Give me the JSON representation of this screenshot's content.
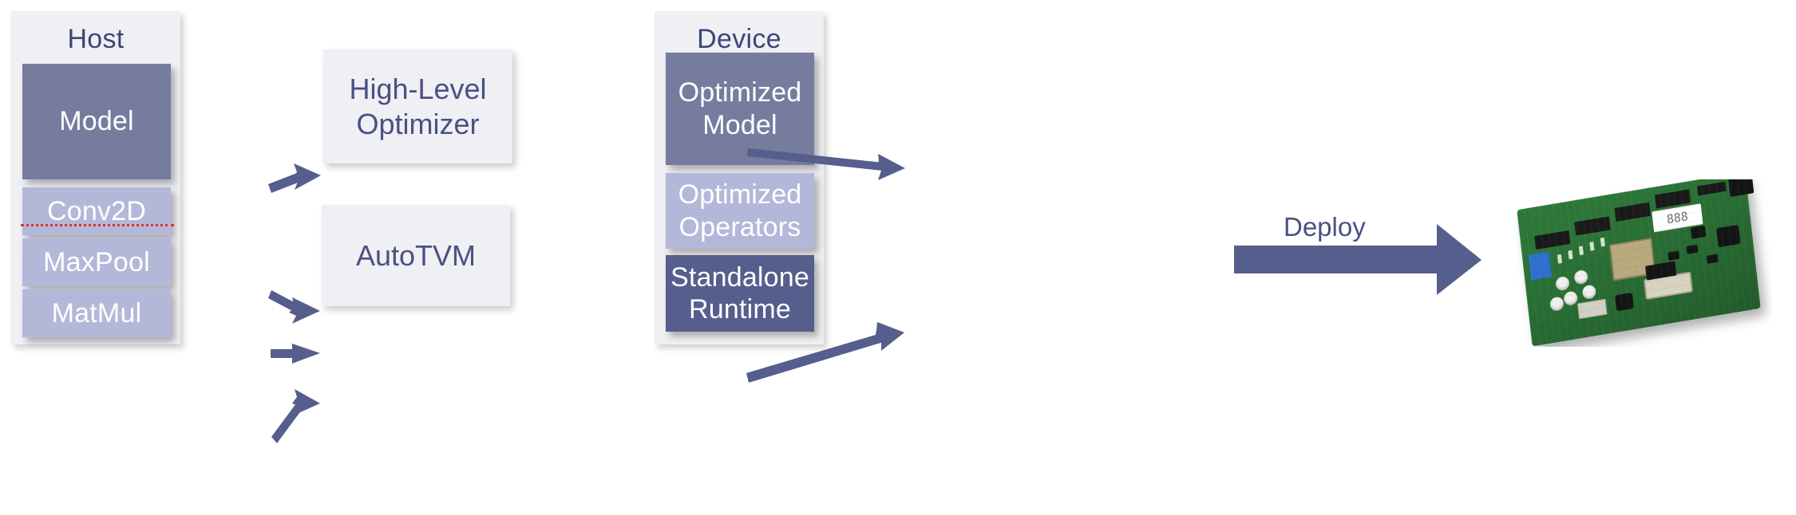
{
  "diagram": {
    "title_semantic": "tvm-compilation-and-deployment-flow",
    "colors": {
      "panel_bg": "#EFEFF4",
      "block_dark": "#767C9E",
      "block_light": "#B4B8D8",
      "block_darker": "#555E8C",
      "arrow": "#555E8C",
      "text_blue": "#4A5183",
      "text_white": "#FFFFFF",
      "spellcheck_underline": "#E03131",
      "background": "#FFFFFF"
    }
  },
  "host_panel": {
    "title": "Host",
    "blocks": [
      {
        "label": "Model",
        "style": "dark",
        "misspelled": false
      },
      {
        "label": "Conv2D",
        "style": "light",
        "misspelled": true
      },
      {
        "label": "MaxPool",
        "style": "light",
        "misspelled": false
      },
      {
        "label": "MatMul",
        "style": "light",
        "misspelled": false
      }
    ]
  },
  "process_boxes": [
    {
      "label": "High-Level\nOptimizer"
    },
    {
      "label": "AutoTVM"
    }
  ],
  "device_panel": {
    "title": "Device",
    "blocks": [
      {
        "label": "Optimized\nModel",
        "style": "dark"
      },
      {
        "label": "Optimized\nOperators",
        "style": "light"
      },
      {
        "label": "Standalone\nRuntime",
        "style": "darker"
      }
    ]
  },
  "deploy": {
    "label": "Deploy"
  },
  "target_device": {
    "caption": "fpga-development-board",
    "seven_segment_display": "888"
  },
  "connections": [
    {
      "from": "Model",
      "to": "High-Level Optimizer"
    },
    {
      "from": "Conv2D",
      "to": "AutoTVM"
    },
    {
      "from": "MaxPool",
      "to": "AutoTVM"
    },
    {
      "from": "MatMul",
      "to": "AutoTVM"
    },
    {
      "from": "High-Level Optimizer",
      "to": "Optimized Model"
    },
    {
      "from": "AutoTVM",
      "to": "Optimized Operators"
    },
    {
      "from": "Device",
      "to": "fpga-development-board",
      "label": "Deploy"
    }
  ]
}
